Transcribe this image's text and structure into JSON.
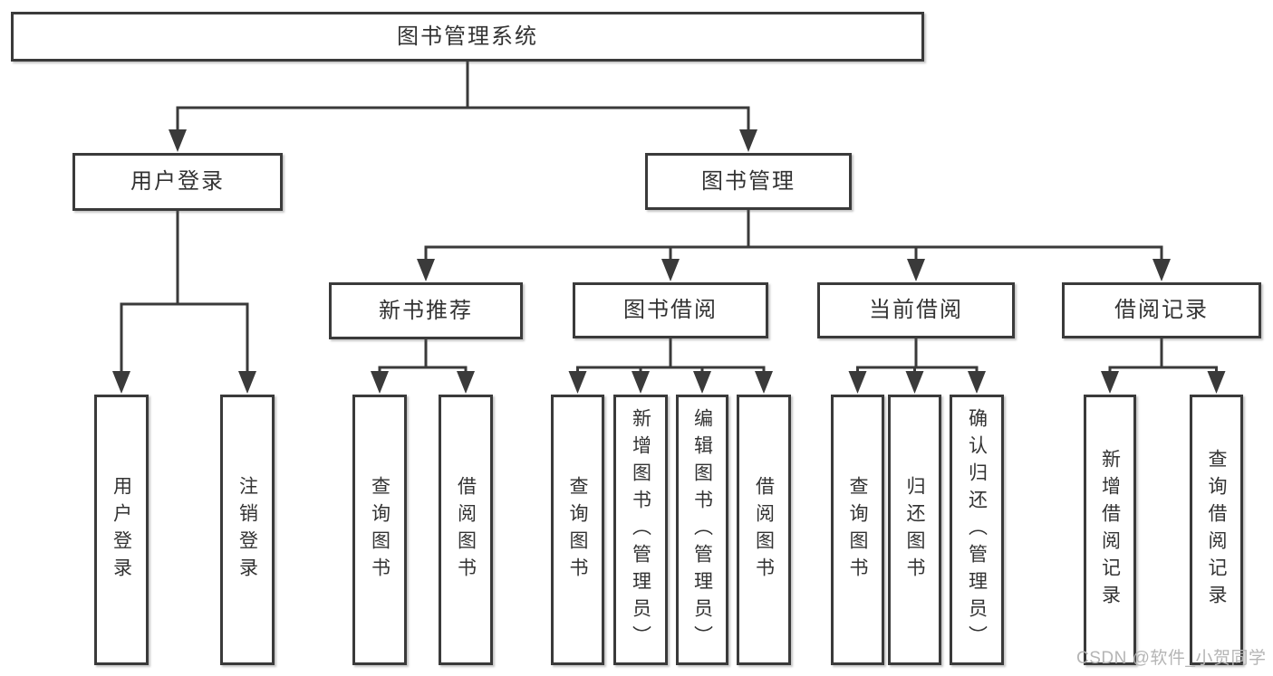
{
  "diagram": {
    "root": {
      "id": "root",
      "label": "图书管理系统",
      "children": [
        {
          "id": "user-login",
          "label": "用户登录",
          "children": [
            {
              "id": "leaf-user-login",
              "label": "用户登录"
            },
            {
              "id": "leaf-logout",
              "label": "注销登录"
            }
          ]
        },
        {
          "id": "book-mgmt",
          "label": "图书管理",
          "children": [
            {
              "id": "new-books",
              "label": "新书推荐",
              "children": [
                {
                  "id": "nb-query",
                  "label": "查询图书"
                },
                {
                  "id": "nb-borrow",
                  "label": "借阅图书"
                }
              ]
            },
            {
              "id": "book-borrow",
              "label": "图书借阅",
              "children": [
                {
                  "id": "bb-query",
                  "label": "查询图书"
                },
                {
                  "id": "bb-add",
                  "label": "新增图书（管理员）"
                },
                {
                  "id": "bb-edit",
                  "label": "编辑图书（管理员）"
                },
                {
                  "id": "bb-borrow",
                  "label": "借阅图书"
                }
              ]
            },
            {
              "id": "current-borrow",
              "label": "当前借阅",
              "children": [
                {
                  "id": "cb-query",
                  "label": "查询图书"
                },
                {
                  "id": "cb-return",
                  "label": "归还图书"
                },
                {
                  "id": "cb-confirm",
                  "label": "确认归还（管理员）"
                }
              ]
            },
            {
              "id": "borrow-records",
              "label": "借阅记录",
              "children": [
                {
                  "id": "br-add",
                  "label": "新增借阅记录"
                },
                {
                  "id": "br-query",
                  "label": "查询借阅记录"
                }
              ]
            }
          ]
        }
      ]
    },
    "colors": {
      "line": "#3a3a3a",
      "text": "#333333",
      "box_background": "#ffffff",
      "watermark": "#b5b5b5"
    }
  },
  "watermark": {
    "text": "CSDN @软件_小贺同学"
  }
}
